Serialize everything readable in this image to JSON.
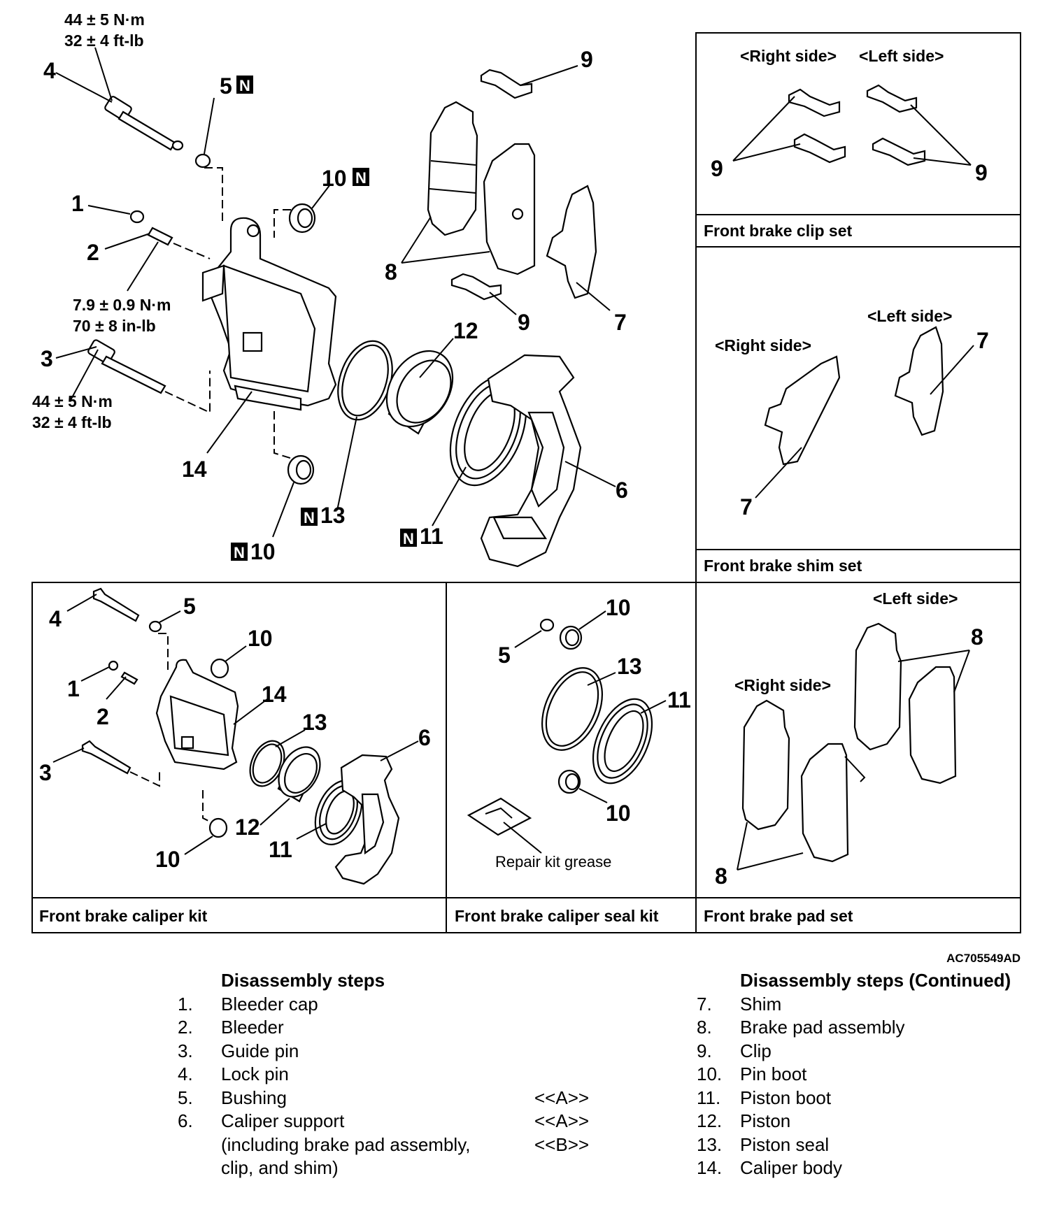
{
  "torque": {
    "t4_nm": "44 ± 5 N·m",
    "t4_ft": "32 ± 4 ft-lb",
    "t2_nm": "7.9 ± 0.9 N·m",
    "t2_in": "70 ± 8 in-lb",
    "t3_nm": "44 ± 5 N·m",
    "t3_ft": "32 ± 4 ft-lb"
  },
  "main_labels": {
    "n1": "1",
    "n2": "2",
    "n3": "3",
    "n4": "4",
    "n5": "5",
    "n6": "6",
    "n7": "7",
    "n8": "8",
    "n9a": "9",
    "n9b": "9",
    "n10a": "10",
    "n10b": "10",
    "n11": "11",
    "n12": "12",
    "n13": "13",
    "n14": "14",
    "n_mark": "N"
  },
  "clip_set": {
    "right": "<Right side>",
    "left": "<Left side>",
    "n9a": "9",
    "n9b": "9",
    "caption": "Front brake clip set"
  },
  "shim_set": {
    "left": "<Left side>",
    "right": "<Right side>",
    "n7a": "7",
    "n7b": "7",
    "caption": "Front brake shim set"
  },
  "caliper_kit": {
    "n4": "4",
    "n5": "5",
    "n10a": "10",
    "n1": "1",
    "n2": "2",
    "n14": "14",
    "n13": "13",
    "n6": "6",
    "n3": "3",
    "n12": "12",
    "n11": "11",
    "n10b": "10",
    "caption": "Front brake caliper kit"
  },
  "seal_kit": {
    "n10a": "10",
    "n5": "5",
    "n13": "13",
    "n11": "11",
    "n10b": "10",
    "grease": "Repair kit grease",
    "caption": "Front brake caliper seal kit"
  },
  "pad_set": {
    "left": "<Left side>",
    "right": "<Right side>",
    "n8a": "8",
    "n8b": "8",
    "caption": "Front brake pad set"
  },
  "figure_id": "AC705549AD",
  "steps_left": {
    "heading": "Disassembly steps",
    "items": [
      {
        "n": "1.",
        "t": "Bleeder cap",
        "r": ""
      },
      {
        "n": "2.",
        "t": "Bleeder",
        "r": ""
      },
      {
        "n": "3.",
        "t": "Guide pin",
        "r": ""
      },
      {
        "n": "4.",
        "t": "Lock pin",
        "r": ""
      },
      {
        "n": "5.",
        "t": "Bushing",
        "r": "<<A>>"
      },
      {
        "n": "6.",
        "t": "Caliper support",
        "r": "<<A>>"
      },
      {
        "n": "",
        "t": "(including brake pad assembly,",
        "r": "<<B>>"
      },
      {
        "n": "",
        "t": "clip, and shim)",
        "r": ""
      }
    ]
  },
  "steps_right": {
    "heading": "Disassembly steps (Continued)",
    "items": [
      {
        "n": "7.",
        "t": "Shim"
      },
      {
        "n": "8.",
        "t": "Brake pad assembly"
      },
      {
        "n": "9.",
        "t": "Clip"
      },
      {
        "n": "10.",
        "t": "Pin boot"
      },
      {
        "n": "11.",
        "t": "Piston boot"
      },
      {
        "n": "12.",
        "t": "Piston"
      },
      {
        "n": "13.",
        "t": "Piston seal"
      },
      {
        "n": "14.",
        "t": "Caliper body"
      }
    ]
  }
}
